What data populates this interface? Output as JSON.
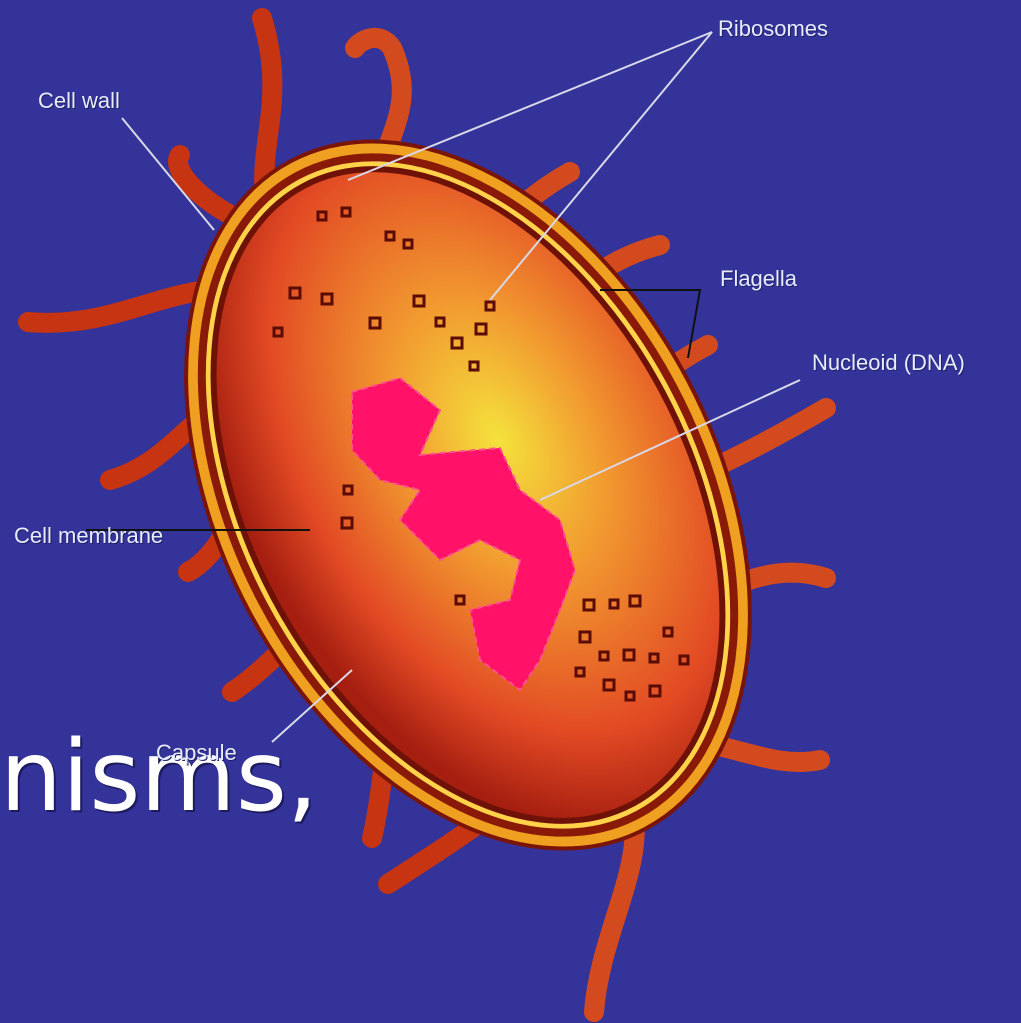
{
  "background_text": "nisms,",
  "labels": {
    "ribosomes": "Ribosomes",
    "cell_wall": "Cell wall",
    "flagella": "Flagella",
    "nucleoid": "Nucleoid (DNA)",
    "cell_membrane": "Cell membrane",
    "capsule": "Capsule"
  },
  "colors": {
    "background": "#33339a",
    "capsule": "#f0a020",
    "cytoplasm": "#e84828",
    "nucleoid": "#ff1060",
    "flagellum": "#c83010"
  }
}
